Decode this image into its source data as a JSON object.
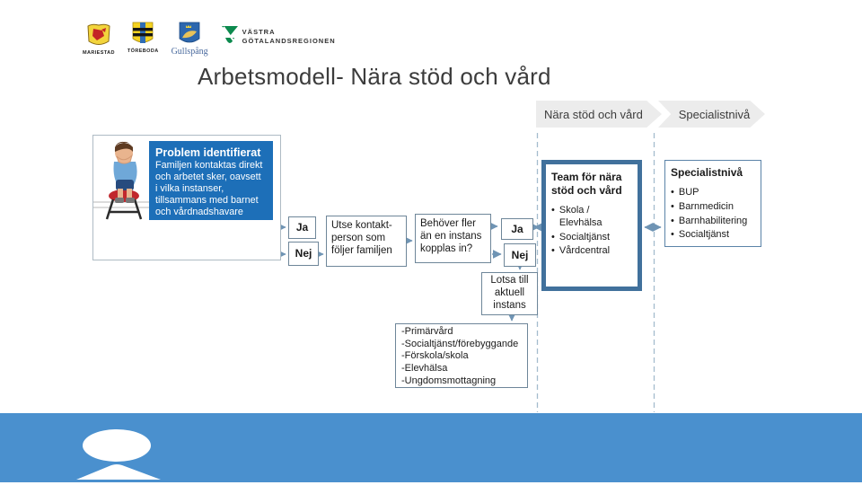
{
  "logos": {
    "mariestad_label": "MARIESTAD",
    "toreboda_label": "TÖREBODA",
    "gullspang_label": "Gullspång",
    "vgr_line1": "VÄSTRA",
    "vgr_line2": "GÖTALANDSREGIONEN"
  },
  "title": "Arbetsmodell- Nära stöd och vård",
  "banners": {
    "near_care": "Nära stöd och vård",
    "specialist": "Specialistnivå"
  },
  "flow": {
    "problem": {
      "title": "Problem identifierat",
      "body": "Familjen kontaktas direkt\noch arbetet sker, oavsett\ni vilka instanser,\ntillsammans med barnet\noch vårdnadshavare"
    },
    "ja1": "Ja",
    "nej1": "Nej",
    "utse": "Utse kontakt-\nperson som\nföljer familjen",
    "behover": "Behöver fler\nän en instans\nkopplas in?",
    "ja2": "Ja",
    "nej2": "Nej",
    "lotsa": "Lotsa till\naktuell\ninstans",
    "team": {
      "title": "Team för nära\nstöd och vård",
      "items": [
        "Skola /\nElevhälsa",
        "Socialtjänst",
        "Vårdcentral"
      ]
    },
    "specialist": {
      "title": "Specialistnivå",
      "items": [
        "BUP",
        "Barnmedicin",
        "Barnhabilitering",
        "Socialtjänst"
      ]
    },
    "instanser": [
      "-Primärvård",
      "-Socialtjänst/förebyggande",
      "-Förskola/skola",
      "-Elevhälsa",
      "-Ungdomsmottagning"
    ]
  },
  "colors": {
    "problem_box_blue": "#1d6fb8",
    "footer_blue": "#4a90ce",
    "team_border_blue": "#41719c",
    "banner_gray": "#ececec",
    "connector_blue": "#6f94b4"
  }
}
